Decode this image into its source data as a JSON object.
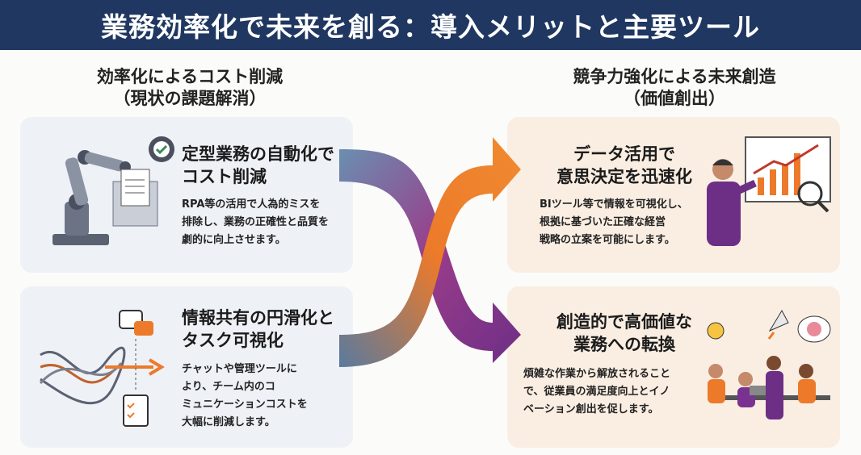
{
  "title": "業務効率化で未来を創る：導入メリットと主要ツール",
  "left_section": {
    "line1": "効率化によるコスト削減",
    "line2": "（現状の課題解消）"
  },
  "right_section": {
    "line1": "競争力強化による未来創造",
    "line2": "（価値創出）"
  },
  "cards": [
    {
      "title1": "定型業務の自動化で",
      "title2": "コスト削減",
      "desc": [
        "RPA等の活用で人為的ミスを",
        "排除し、業務の正確性と品質を",
        "劇的に向上させます。"
      ],
      "icon": "robot-arm-icon"
    },
    {
      "title1": "情報共有の円滑化と",
      "title2": "タスク可視化",
      "desc": [
        "チャットや管理ツールに",
        "より、チーム内のコ",
        "ミュニケーションコストを",
        "大幅に削減します。"
      ],
      "icon": "chat-tangle-icon"
    },
    {
      "title1": "データ活用で",
      "title2": "意思決定を迅速化",
      "desc": [
        "BIツール等で情報を可視化し、",
        "根拠に基づいた正確な経営",
        "戦略の立案を可能にします。"
      ],
      "icon": "data-chart-icon"
    },
    {
      "title1": "創造的で高価値な",
      "title2": "業務への転換",
      "desc": [
        "煩雑な作業から解放されること",
        "で、従業員の満足度向上とイノ",
        "ベーション創出を促します。"
      ],
      "icon": "team-ideas-icon"
    }
  ],
  "colors": {
    "header": "#1f3761",
    "left_card": "#eef1f6",
    "right_card": "#faeee2",
    "arrow_blue": "#3b5b86",
    "arrow_orange": "#ec7a2a",
    "arrow_purple": "#7a3290"
  }
}
